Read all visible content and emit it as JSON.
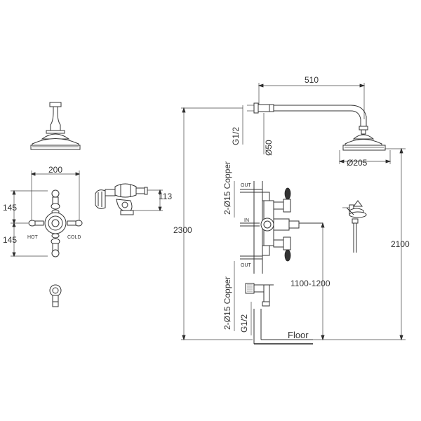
{
  "dimensions": {
    "arm_length": "510",
    "shower_rose_dia": "Ø205",
    "flange_dia": "Ø50",
    "thread_top": "G1/2",
    "thread_bottom": "G1/2",
    "copper_top": "2-Ø15 Copper",
    "copper_bottom": "2-Ø15 Copper",
    "total_height": "2300",
    "head_height": "2100",
    "valve_height": "1100-1200",
    "valve_width": "200",
    "upper_offset": "145",
    "lower_offset": "145",
    "handset_height": "113"
  },
  "labels": {
    "floor": "Floor",
    "out_top": "OUT",
    "in": "IN",
    "out_bottom": "OUT",
    "hot": "HOT",
    "cold": "COLD"
  }
}
